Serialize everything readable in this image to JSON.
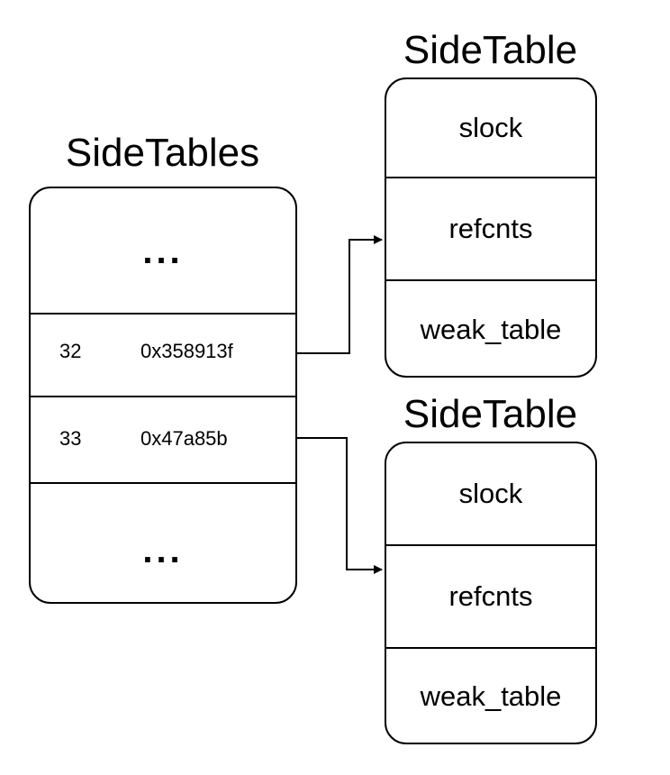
{
  "side_tables": {
    "title": "SideTables",
    "ellipsis_top": "...",
    "rows": [
      {
        "index": "32",
        "address": "0x358913f"
      },
      {
        "index": "33",
        "address": "0x47a85b"
      }
    ],
    "ellipsis_bottom": "..."
  },
  "side_table_1": {
    "title": "SideTable",
    "fields": [
      "slock",
      "refcnts",
      "weak_table"
    ]
  },
  "side_table_2": {
    "title": "SideTable",
    "fields": [
      "slock",
      "refcnts",
      "weak_table"
    ]
  },
  "connectors": [
    {
      "from": "row-32",
      "to": "side_table_1.refcnts"
    },
    {
      "from": "row-33",
      "to": "side_table_2.refcnts"
    }
  ],
  "colors": {
    "stroke": "#000000",
    "background": "#ffffff"
  }
}
